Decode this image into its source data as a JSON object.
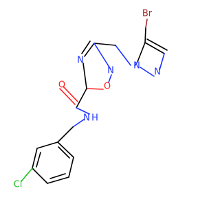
{
  "molecule": {
    "atoms": {
      "br": {
        "label": "Br",
        "color": "#a52a2a"
      },
      "n_pyrazole_1": {
        "label": "N",
        "color": "#1f34ff"
      },
      "n_pyrazole_2": {
        "label": "N",
        "color": "#1f34ff"
      },
      "n_oxadiazole_4": {
        "label": "N",
        "color": "#1f34ff"
      },
      "n_oxadiazole_2": {
        "label": "N",
        "color": "#1f34ff"
      },
      "o_oxadiazole": {
        "label": "O",
        "color": "#ff1f1f"
      },
      "o_carbonyl": {
        "label": "O",
        "color": "#ff1f1f"
      },
      "n_amide": {
        "label": "N",
        "color": "#1f34ff"
      },
      "h_amide": {
        "label": "H",
        "color": "#1f34ff"
      },
      "cl": {
        "label": "Cl",
        "color": "#1fc21f"
      }
    }
  }
}
